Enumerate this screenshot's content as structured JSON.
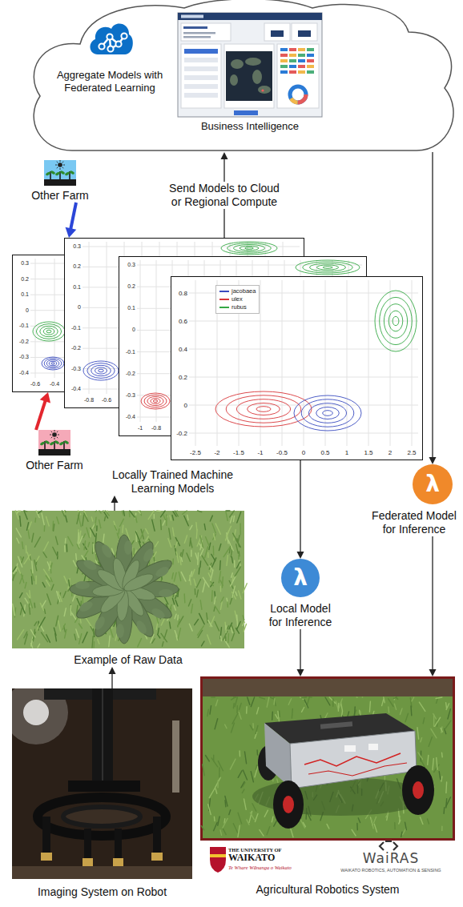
{
  "diagram": {
    "nodes": [
      {
        "text": [
          "Aggregate Models with Federated Learning"
        ]
      },
      {
        "text": [
          "Business Intelligence"
        ],
        "in": 0
      },
      {
        "text": [
          "Other Farm"
        ]
      },
      {
        "text": [
          "0.3",
          "0.2",
          "0.1",
          "0",
          "-0.1",
          "-0.2",
          "-0.3",
          "-0.4",
          "-0.6",
          "-0.4"
        ]
      },
      {
        "text": [
          "0.3",
          "0.2",
          "0.1",
          "0",
          "-0.1",
          "-0.2",
          "-0.3",
          "-0.4",
          "-0.8",
          "-0.6"
        ]
      },
      {
        "text": [
          "0.3",
          "0.2",
          "0.1",
          "0",
          "-0.1",
          "-0.2",
          "-0.3",
          "-0.4",
          "-1",
          "-0.8"
        ]
      },
      {
        "text": [
          "0.8",
          "0.6",
          "0.4",
          "0.2",
          "0",
          "-0.2",
          "-2.5",
          "-2",
          "-1.5",
          "-1",
          "-0.5",
          "0",
          "0.5",
          "1",
          "1.5",
          "2",
          "2.5",
          "Locally Trained Machine Learning Models"
        ]
      },
      {
        "text": [
          "Other Farm"
        ]
      },
      {
        "text": [
          "Example of Raw Data"
        ]
      },
      {
        "text": [
          "λ",
          "Local Model for Inference"
        ]
      },
      {
        "text": [
          "λ",
          "Federated Model for Inference"
        ]
      },
      {
        "text": [
          "Imaging System on Robot"
        ]
      },
      {
        "text": [
          "Agricultural Robotics System"
        ]
      }
    ],
    "edges": [
      {
        "from": 4,
        "to": 0,
        "arrow": "to",
        "label": "Send Models to Cloud or Regional Compute"
      },
      {
        "from": 2,
        "to": 4,
        "arrow": "to"
      },
      {
        "from": 7,
        "to": 3,
        "arrow": "to"
      },
      {
        "from": 8,
        "to": 6,
        "arrow": "to"
      },
      {
        "from": 11,
        "to": 8,
        "arrow": "to"
      },
      {
        "from": 6,
        "to": 9,
        "arrow": "to"
      },
      {
        "from": 9,
        "to": 12,
        "arrow": "to"
      },
      {
        "from": 0,
        "to": 10,
        "arrow": "to"
      },
      {
        "from": 10,
        "to": 12,
        "arrow": "to"
      }
    ],
    "labels": [
      "THE UNIVERSITY OF",
      "WAIKATO",
      "Te Whare Wānanga o Waikato",
      "WaiRAS",
      "WAIKATO ROBOTICS, AUTOMATION & SENSING"
    ],
    "legend": [
      {
        "text": "jacobaea",
        "color": "#3b4cc0"
      },
      {
        "text": "ulex",
        "color": "#d8363a"
      },
      {
        "text": "rubus",
        "color": "#35a845"
      }
    ]
  }
}
